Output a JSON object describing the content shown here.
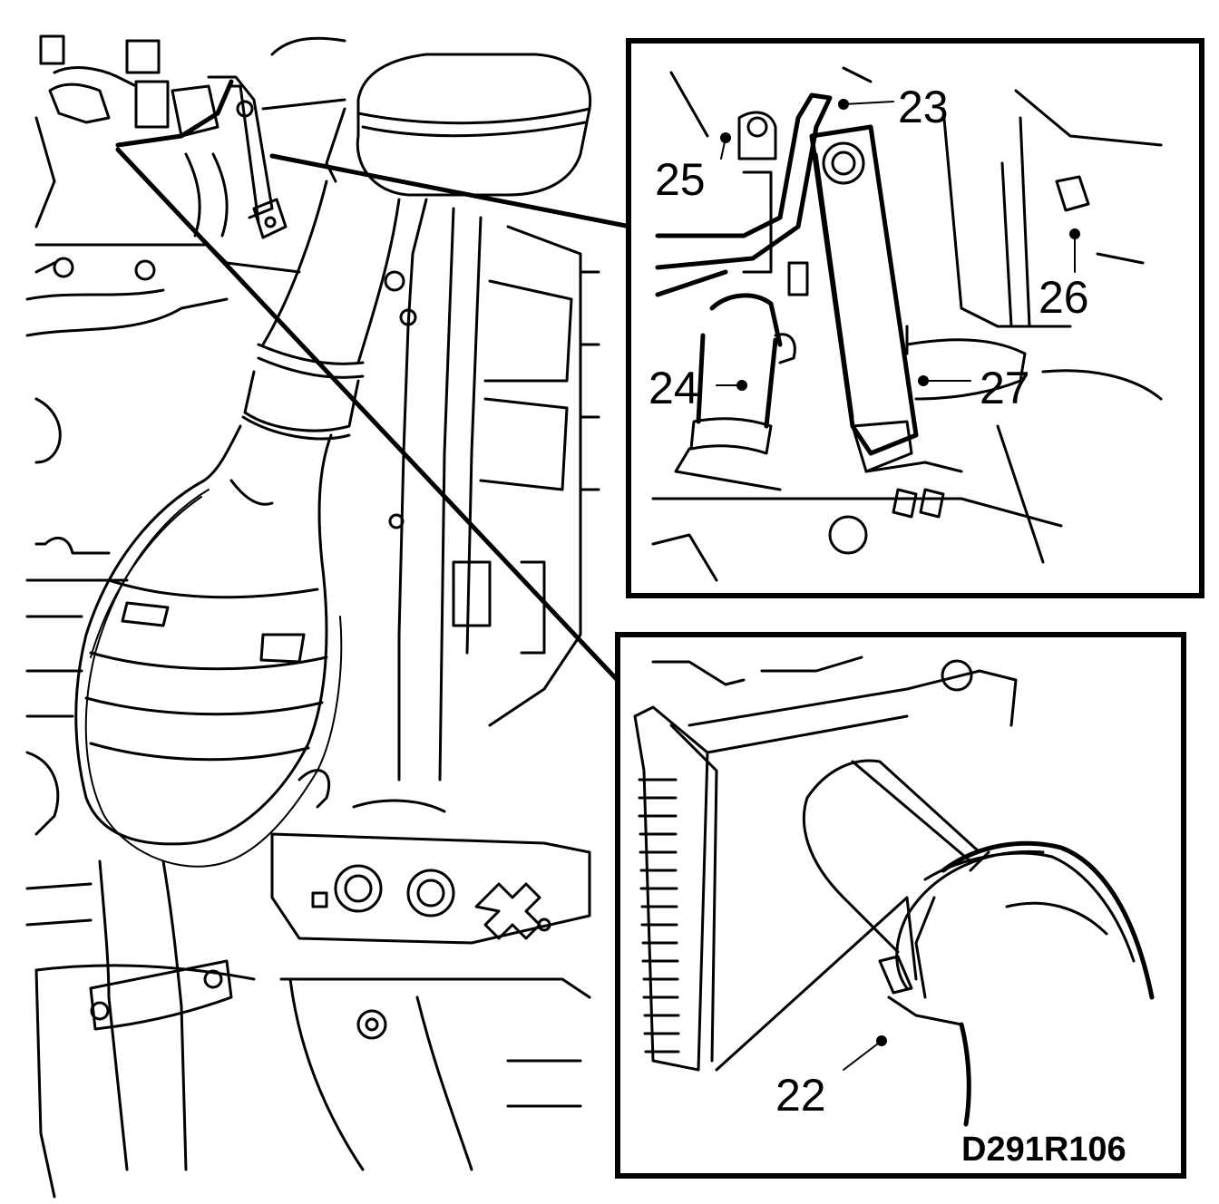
{
  "figure": {
    "code": "D291R106"
  },
  "callouts": [
    {
      "id": "22",
      "label": "22"
    },
    {
      "id": "23",
      "label": "23"
    },
    {
      "id": "24",
      "label": "24"
    },
    {
      "id": "25",
      "label": "25"
    },
    {
      "id": "26",
      "label": "26"
    },
    {
      "id": "27",
      "label": "27"
    }
  ]
}
